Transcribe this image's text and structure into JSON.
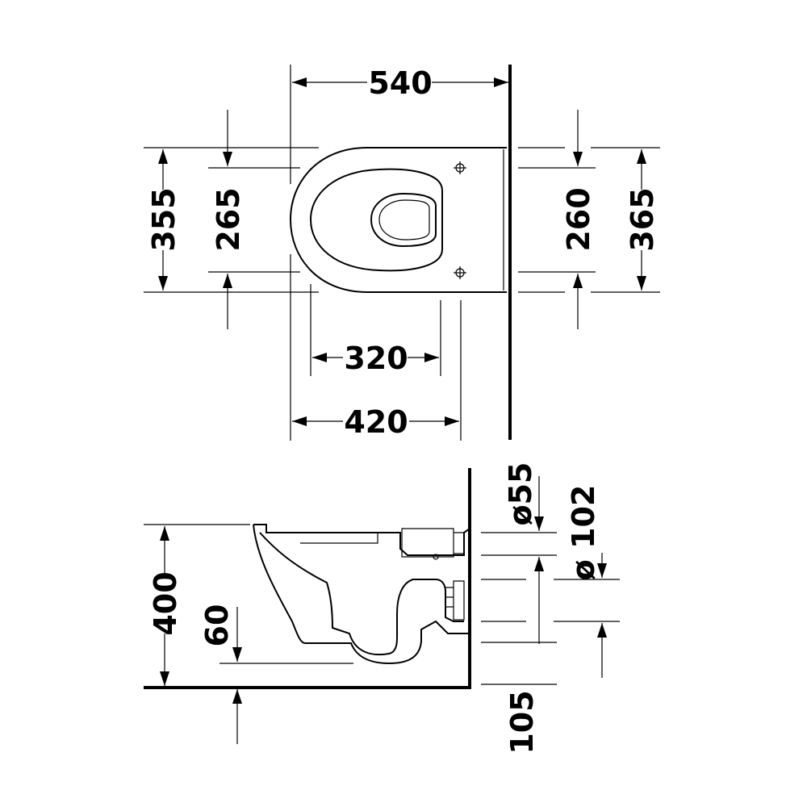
{
  "top_view": {
    "overall_length": "540",
    "width_outer_left": "355",
    "width_inner_left": "265",
    "width_inner_right": "260",
    "width_outer_right": "365",
    "mount_distance_inner": "320",
    "mount_distance_outer": "420"
  },
  "side_view": {
    "height": "400",
    "rim_offset": "60",
    "pipe_diameter_inlet": "ø55",
    "pipe_diameter_outlet": "ø 102",
    "outlet_height": "105"
  }
}
